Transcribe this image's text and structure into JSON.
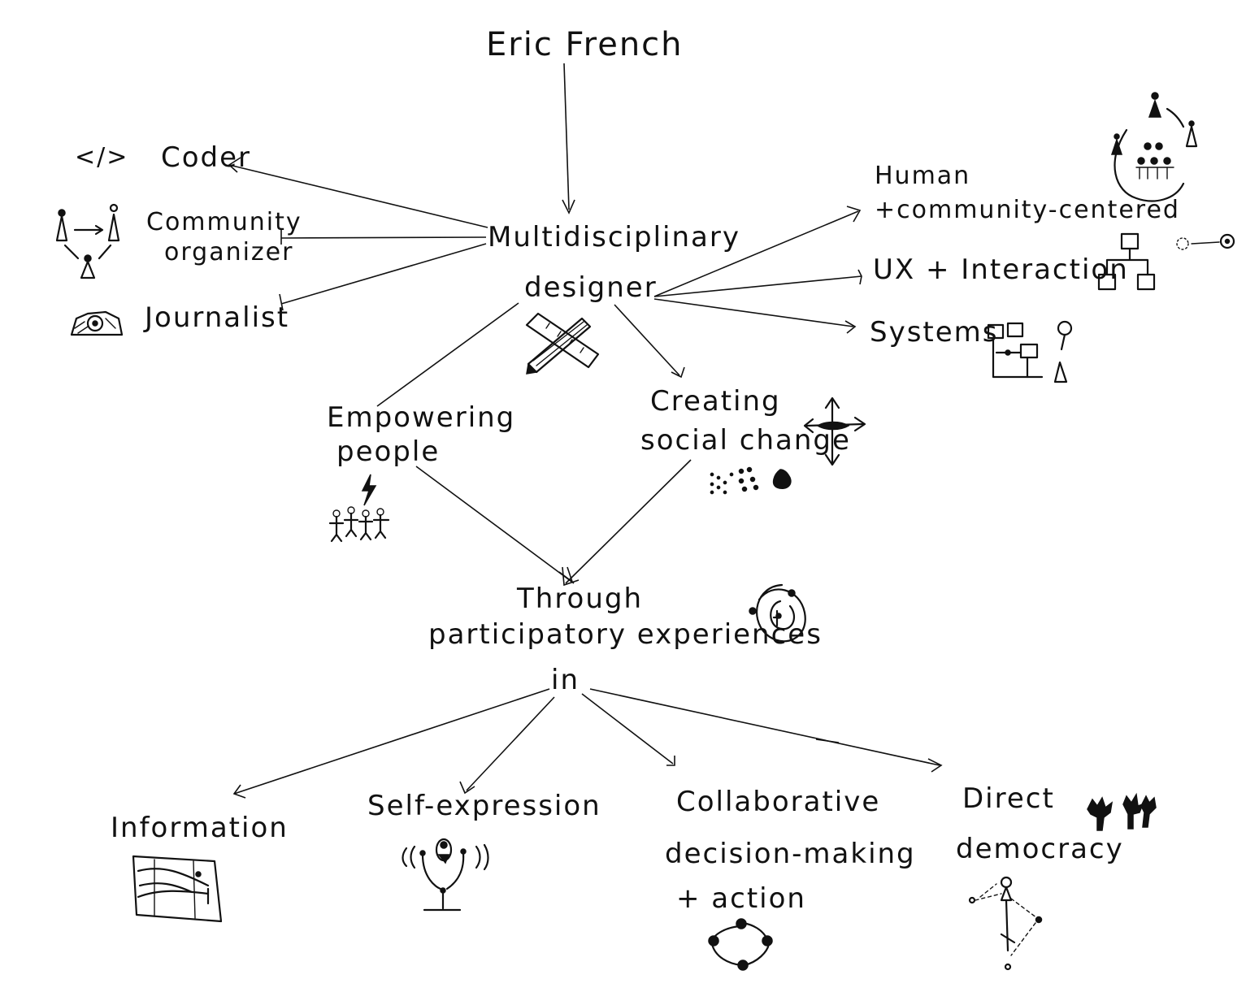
{
  "title": "Eric French",
  "center": {
    "line1": "Multidisciplinary",
    "line2": "designer"
  },
  "roles": {
    "coder": "Coder",
    "coder_glyph": "</>",
    "organizer_line1": "Community",
    "organizer_line2": "organizer",
    "journalist": "Journalist"
  },
  "design_areas": {
    "human_line1": "Human",
    "human_line2": "+community-centered",
    "ux": "UX + Interaction",
    "systems": "Systems"
  },
  "goals": {
    "empower_line1": "Empowering",
    "empower_line2": "people",
    "change_line1": "Creating",
    "change_line2": "social change"
  },
  "method": {
    "line1": "Through",
    "line2": "participatory experiences",
    "line3": "in"
  },
  "outcomes": {
    "information": "Information",
    "self_expression": "Self-expression",
    "collab_line1": "Collaborative",
    "collab_line2": "decision-making",
    "collab_line3": "+ action",
    "democracy_line1": "Direct",
    "democracy_line2": "democracy"
  }
}
